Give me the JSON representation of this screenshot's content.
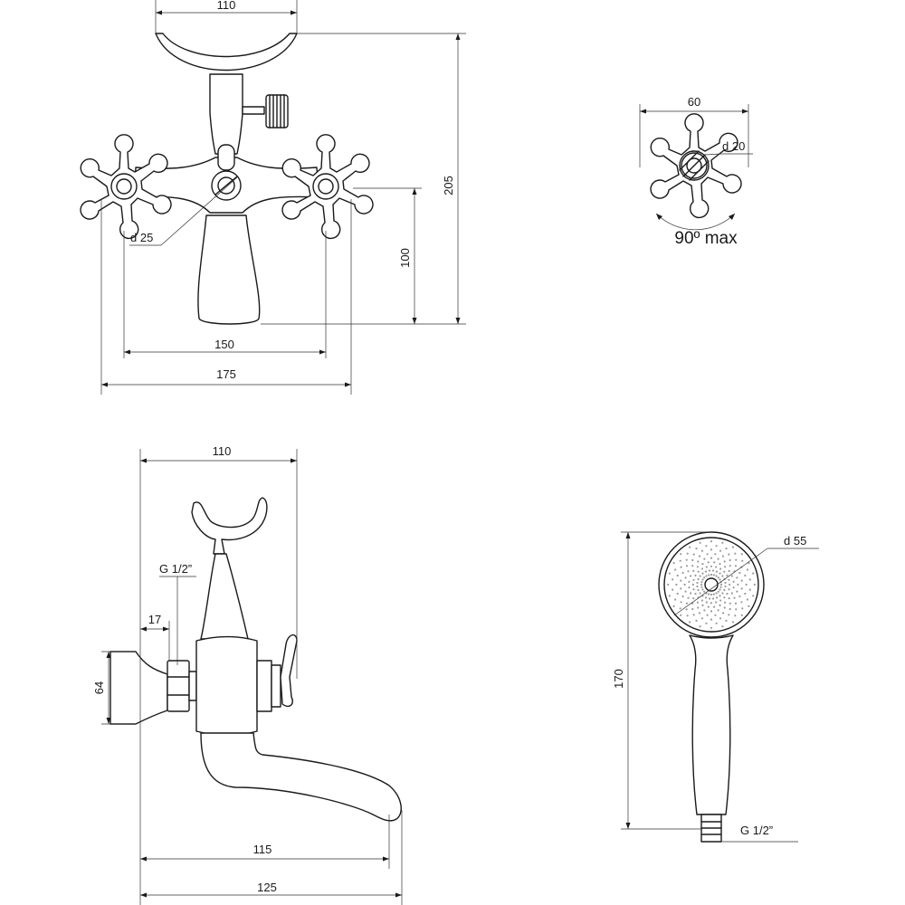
{
  "front_view": {
    "top_width": "110",
    "total_height": "205",
    "spout_height": "100",
    "handle_centers": "150",
    "overall_width": "175",
    "diverter_diameter": "d 25"
  },
  "handle_detail": {
    "width": "60",
    "hub_diameter": "d 20",
    "rotation": "90º max"
  },
  "side_view": {
    "holder_reach": "110",
    "thread": "G 1/2”",
    "flange_depth": "17",
    "flange_height": "64",
    "spout_reach": "115",
    "overall_reach": "125"
  },
  "hand_shower": {
    "head_diameter": "d 55",
    "length": "170",
    "thread": "G 1/2”"
  }
}
